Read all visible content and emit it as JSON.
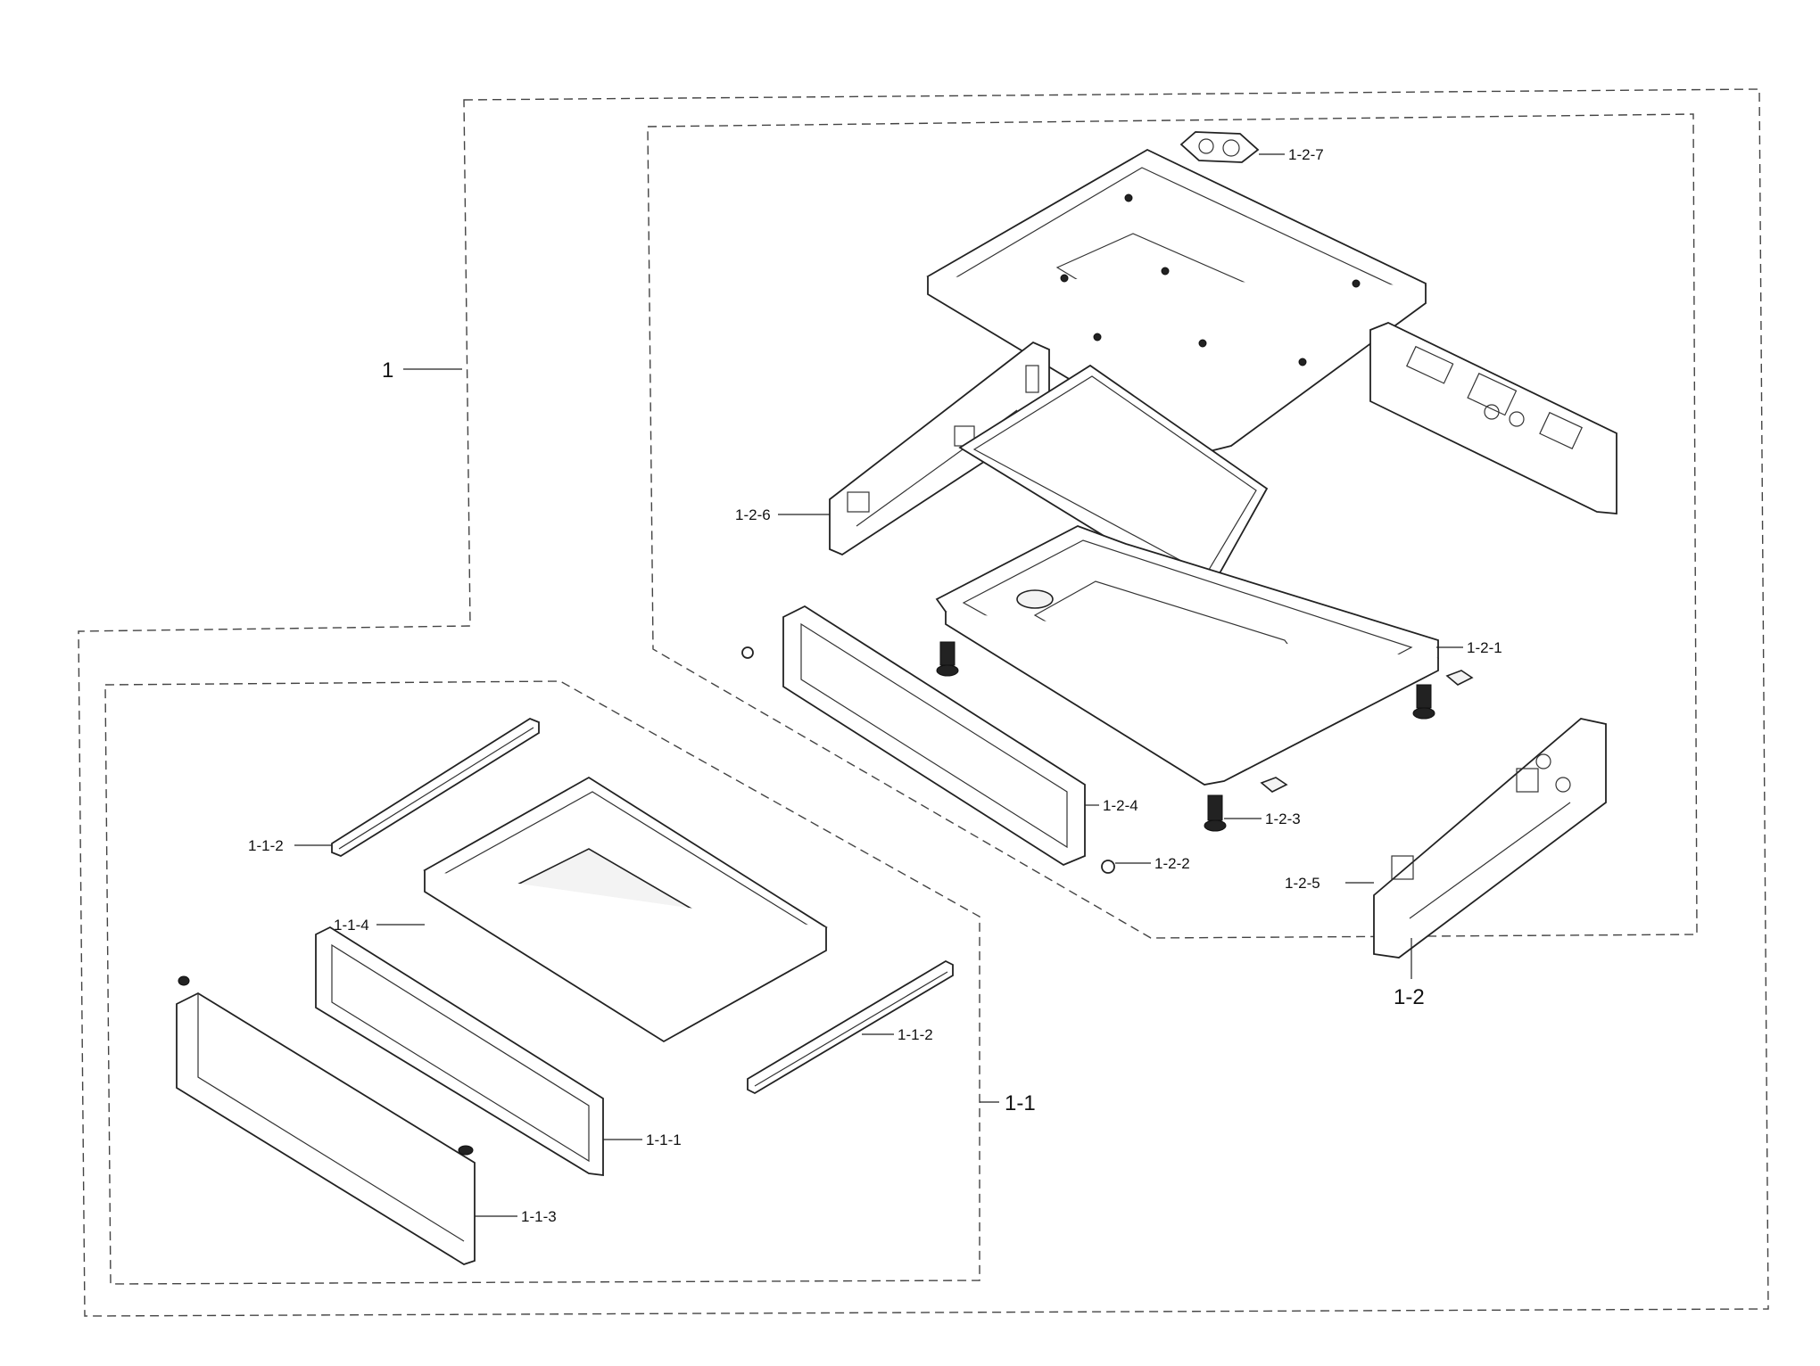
{
  "callouts": {
    "c1": "1",
    "c1_1": "1-1",
    "c1_2": "1-2",
    "c1_1_1": "1-1-1",
    "c1_1_2_a": "1-1-2",
    "c1_1_2_b": "1-1-2",
    "c1_1_3": "1-1-3",
    "c1_1_4": "1-1-4",
    "c1_2_1": "1-2-1",
    "c1_2_2": "1-2-2",
    "c1_2_3": "1-2-3",
    "c1_2_4": "1-2-4",
    "c1_2_5": "1-2-5",
    "c1_2_6": "1-2-6",
    "c1_2_7": "1-2-7"
  }
}
